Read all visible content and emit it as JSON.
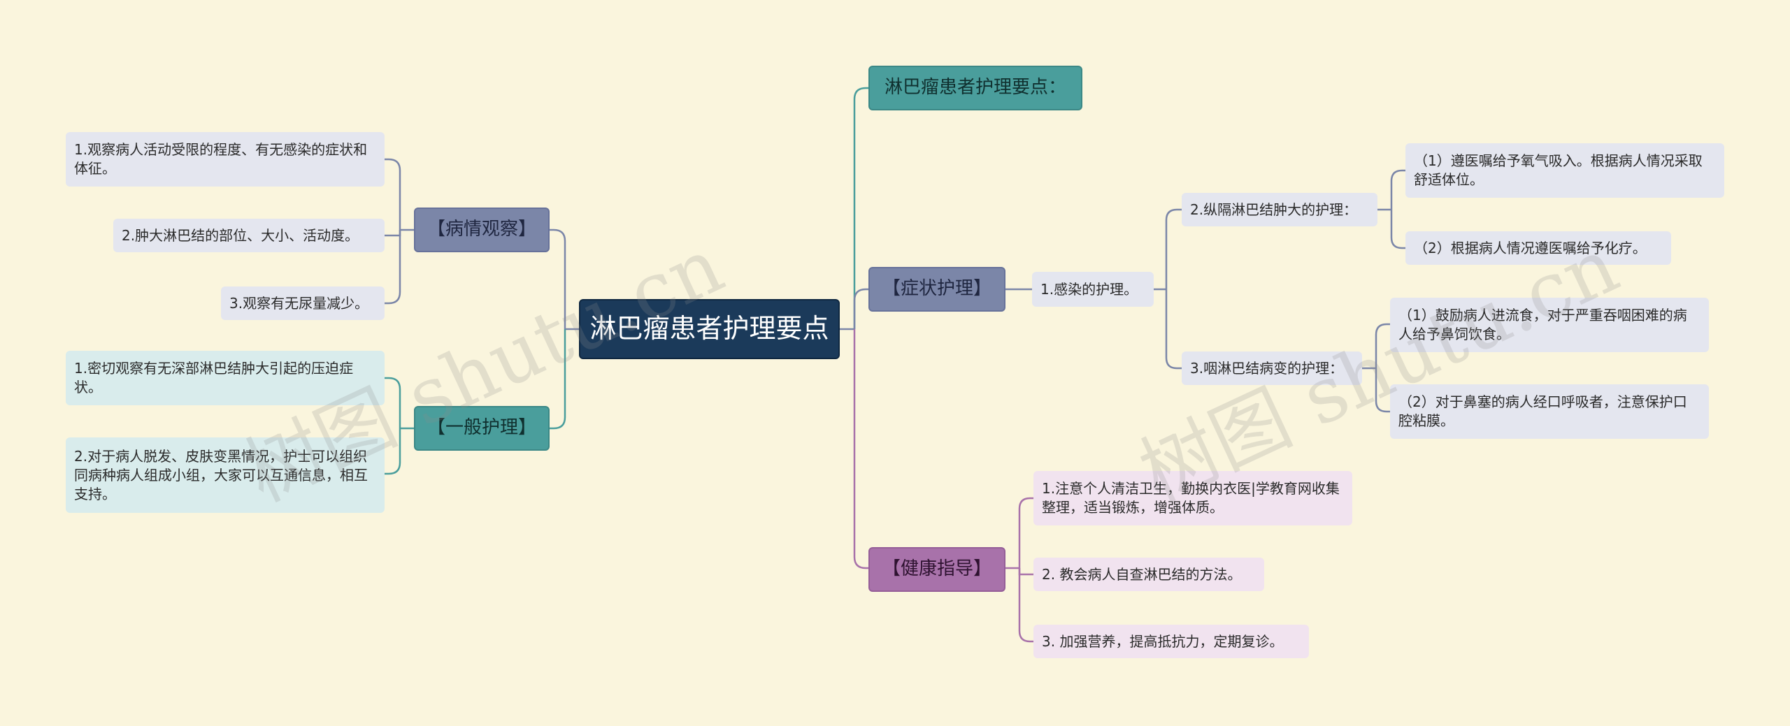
{
  "root": {
    "title": "淋巴瘤患者护理要点"
  },
  "right": {
    "intro": "淋巴瘤患者护理要点：",
    "symptom": {
      "label": "【症状护理】",
      "infection": "1.感染的护理。",
      "mediastinal": {
        "label": "2.纵隔淋巴结肿大的护理：",
        "items": [
          "（1）遵医嘱给予氧气吸入。根据病人情况采取舒适体位。",
          "（2）根据病人情况遵医嘱给予化疗。"
        ]
      },
      "pharyngeal": {
        "label": "3.咽淋巴结病变的护理：",
        "items": [
          "（1）鼓励病人进流食，对于严重吞咽困难的病人给予鼻饲饮食。",
          "（2）对于鼻塞的病人经口呼吸者，注意保护口腔粘膜。"
        ]
      }
    },
    "health": {
      "label": "【健康指导】",
      "items": [
        "1.注意个人清洁卫生，勤换内衣医|学教育网收集整理，适当锻炼，增强体质。",
        "2. 教会病人自查淋巴结的方法。",
        "3. 加强营养，提高抵抗力，定期复诊。"
      ]
    }
  },
  "left": {
    "observation": {
      "label": "【病情观察】",
      "items": [
        "1.观察病人活动受限的程度、有无感染的症状和体征。",
        "2.肿大淋巴结的部位、大小、活动度。",
        "3.观察有无尿量减少。"
      ]
    },
    "general": {
      "label": "【一般护理】",
      "items": [
        "1.密切观察有无深部淋巴结肿大引起的压迫症状。",
        "2.对于病人脱发、皮肤变黑情况，护士可以组织同病种病人组成小组，大家可以互通信息，相互支持。"
      ]
    }
  },
  "watermarks": [
    "树图 shutu.cn",
    "树图 shutu.cn"
  ],
  "colors": {
    "background": "#faf5dd",
    "root": "#1b3a5a",
    "teal": "#4a9e9c",
    "blue_gray": "#7b86a8",
    "purple": "#a872aa"
  }
}
